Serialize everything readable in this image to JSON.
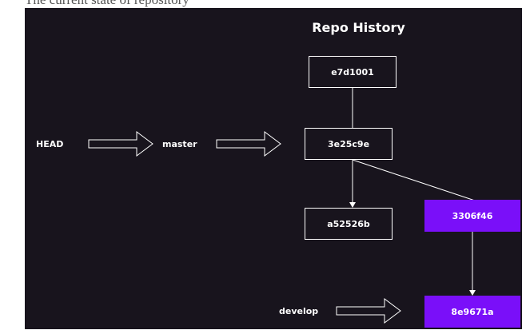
{
  "caption": "The current state of repository",
  "diagram": {
    "title": "Repo History",
    "labels": {
      "head": "HEAD",
      "master": "master",
      "develop": "develop"
    },
    "commits": {
      "c1": "e7d1001",
      "c2": "3e25c9e",
      "c3": "a52526b",
      "c4": "3306f46",
      "c5": "8e9671a"
    },
    "colors": {
      "background": "#18141d",
      "branch_commit": "#7a0ff9",
      "stroke": "#ffffff"
    }
  }
}
